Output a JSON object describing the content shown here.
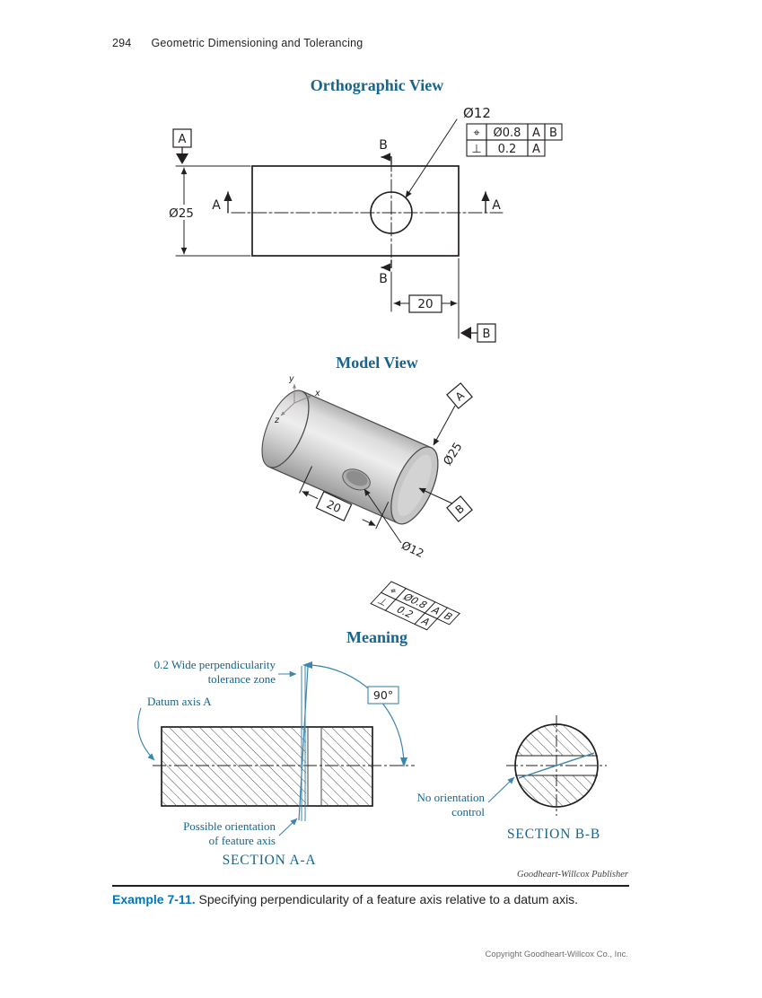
{
  "page": {
    "number": "294",
    "running_title": "Geometric Dimensioning and Tolerancing",
    "publisher_credit": "Goodheart-Willcox Publisher",
    "caption_label": "Example 7-11.",
    "caption_text": " Specifying perpendicularity of a feature axis relative to a datum axis.",
    "footer": "Copyright Goodheart-Willcox Co., Inc."
  },
  "titles": {
    "orthographic": "Orthographic View",
    "model": "Model View",
    "meaning": "Meaning"
  },
  "colors": {
    "heading_blue": "#19648c",
    "caption_blue": "#0077bd",
    "drawing_blue": "#3c85ad",
    "line_black": "#231f20"
  },
  "ortho": {
    "hole_dia": "Ø12",
    "fcf": {
      "row1": {
        "sym": "⌖",
        "tol": "Ø0.8",
        "d1": "A",
        "d2": "B"
      },
      "row2": {
        "sym": "⊥",
        "tol": "0.2",
        "d1": "A"
      }
    },
    "datum_a": "A",
    "datum_b": "B",
    "dia": "Ø25",
    "basic": "20",
    "sec_a": "A",
    "sec_b": "B"
  },
  "model": {
    "ax_x": "x",
    "ax_y": "y",
    "ax_z": "z",
    "datum_a": "A",
    "datum_b": "B",
    "dia": "Ø25",
    "basic": "20",
    "hole_dia": "Ø12",
    "fcf": {
      "row1": {
        "sym": "⌖",
        "tol": "Ø0.8",
        "d1": "A",
        "d2": "B"
      },
      "row2": {
        "sym": "⊥",
        "tol": "0.2",
        "d1": "A"
      }
    }
  },
  "meaning": {
    "zone_line1": "0.2 Wide perpendicularity",
    "zone_line2": "tolerance zone",
    "datum_axis": "Datum axis A",
    "angle": "90°",
    "orient_line1": "Possible orientation",
    "orient_line2": "of feature axis",
    "section_aa": "SECTION A-A",
    "no_orient_line1": "No orientation",
    "no_orient_line2": "control",
    "section_bb": "SECTION B-B"
  }
}
